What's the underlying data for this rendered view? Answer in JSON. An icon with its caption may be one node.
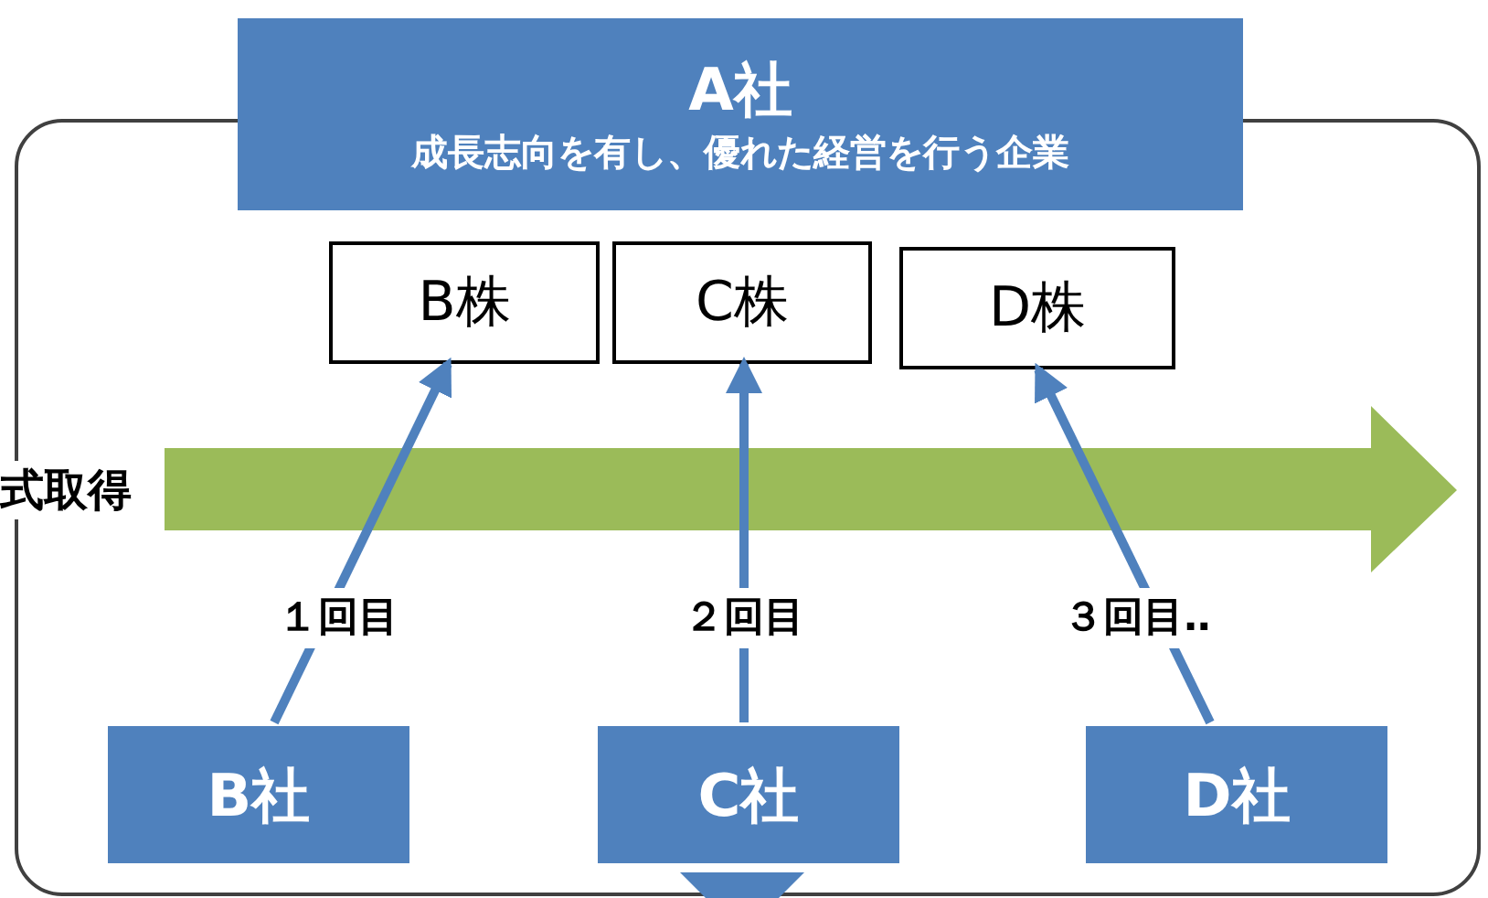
{
  "diagram": {
    "nodes": [
      {
        "text": [],
        "shape": "box"
      },
      {
        "text": [
          "A社",
          "成長志向を有し、優れた経営を行う企業"
        ]
      },
      {
        "text": [
          "B株"
        ],
        "in": 0
      },
      {
        "text": [
          "C株"
        ],
        "in": 0
      },
      {
        "text": [
          "D株"
        ],
        "in": 0
      },
      {
        "text": [
          "B社"
        ],
        "in": 0
      },
      {
        "text": [
          "C社"
        ],
        "in": 0
      },
      {
        "text": [
          "D社"
        ],
        "in": 0
      }
    ],
    "edges": [
      {
        "from": 5,
        "to": 2,
        "arrow": "to",
        "label": "１回目"
      },
      {
        "from": 6,
        "to": 3,
        "arrow": "to",
        "label": "２回目"
      },
      {
        "from": 7,
        "to": 4,
        "arrow": "to",
        "label": "３回目‥"
      }
    ],
    "labels": [
      "式取得"
    ]
  }
}
